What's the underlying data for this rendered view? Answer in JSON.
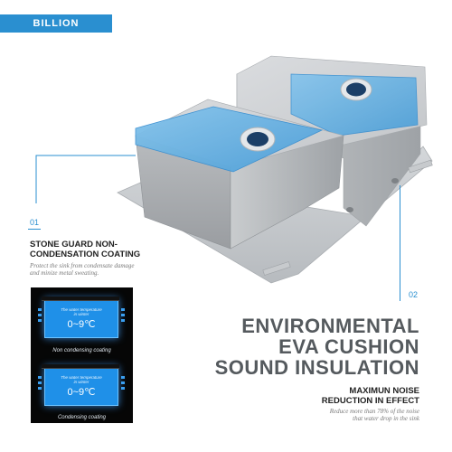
{
  "brand": {
    "name": "BILLION"
  },
  "colors": {
    "accent": "#2a8fd0",
    "heading": "#555a5e",
    "text": "#222222",
    "muted": "#7a7a7a",
    "panel": "#060606",
    "display": "#1f90e8"
  },
  "feature_1": {
    "number": "01",
    "title_lines": [
      "STONE GUARD NON-",
      "CONDENSATION COATING"
    ],
    "description_lines": [
      "Protect the sink from condensate damage",
      "and minize metal sweating."
    ]
  },
  "feature_2": {
    "number": "02",
    "headline_lines": [
      "ENVIRONMENTAL",
      "EVA CUSHION",
      "SOUND INSULATION"
    ],
    "subtitle_lines": [
      "MAXIMUN NOISE",
      "REDUCTION IN EFFECT"
    ],
    "description_lines": [
      "Reduce more than 78% of the noise",
      "that water drop in the sink"
    ]
  },
  "demo_panel": {
    "displays": [
      {
        "text_lines": [
          "The water temperature",
          "in winter"
        ],
        "range": "0~9℃",
        "label": "Non condensing coating"
      },
      {
        "text_lines": [
          "The water temperature",
          "in winter"
        ],
        "range": "0~9℃",
        "label": "Condensing coating"
      }
    ]
  },
  "icons": {
    "drain": "drain-hole-icon",
    "mount": "mounting-hole-icon"
  }
}
